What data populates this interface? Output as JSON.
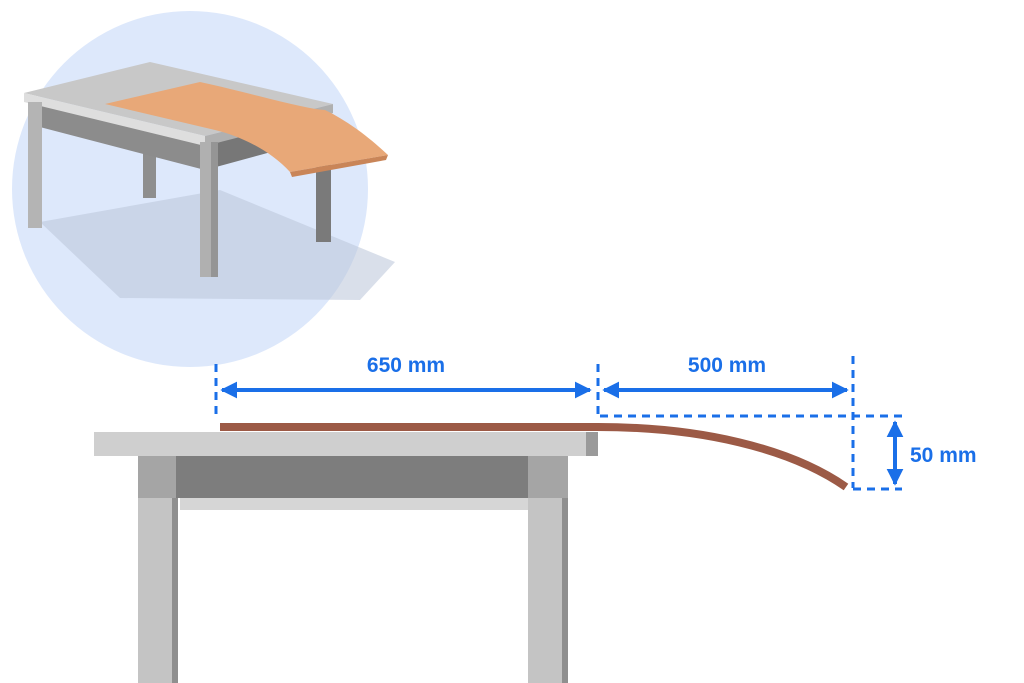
{
  "dimensions": {
    "support_length": "650 mm",
    "overhang_length": "500 mm",
    "deflection": "50 mm"
  },
  "colors": {
    "accent": "#1a6fe8",
    "plank": "#9c5a46",
    "plank_inset": "#e8a878",
    "inset_bg": "#dde8fb",
    "table_top": "#cfcfcf",
    "table_frame": "#a5a5a5",
    "table_apron": "#7d7d7d",
    "table_leg": "#c4c4c4"
  }
}
